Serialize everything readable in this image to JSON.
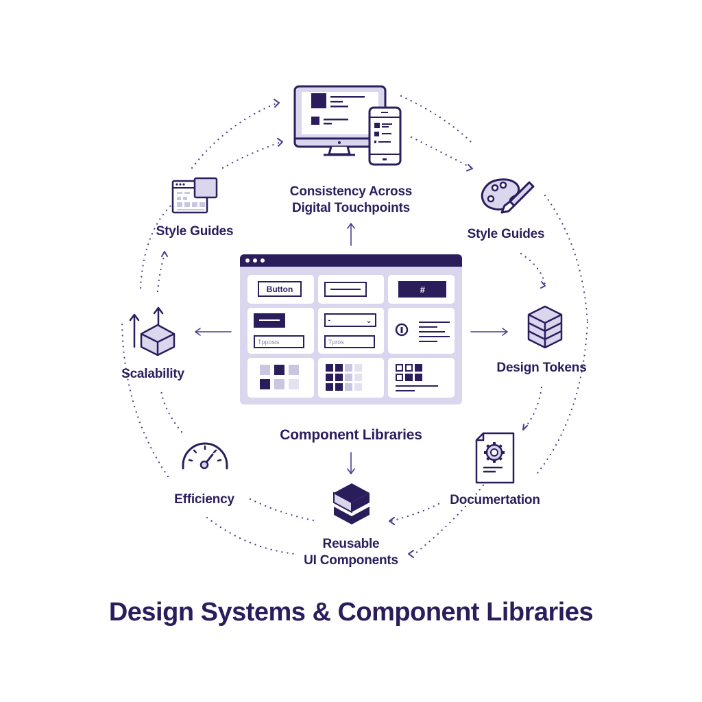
{
  "diagram": {
    "title": "Design Systems & Component Libraries",
    "center": {
      "label": "Component Libraries",
      "window": {
        "button_label": "Button",
        "hash_label": "#",
        "text_field_1": "Tpposis",
        "text_field_2": "Tpros",
        "select_value": "-",
        "select_chevron": "⌄"
      }
    },
    "nodes": [
      {
        "id": "consistency",
        "label_line1": "Consistency Across",
        "label_line2": "Digital Touchpoints",
        "icon": "desktop-and-phone-icon"
      },
      {
        "id": "style-guides-right",
        "label": "Style Guides",
        "icon": "palette-brush-icon"
      },
      {
        "id": "design-tokens",
        "label": "Design Tokens",
        "icon": "stacked-cube-icon"
      },
      {
        "id": "documentation",
        "label": "Documertation",
        "icon": "document-gear-icon"
      },
      {
        "id": "reusable",
        "label_line1": "Reusable",
        "label_line2": "UI Components",
        "icon": "split-cube-icon"
      },
      {
        "id": "efficiency",
        "label": "Efficiency",
        "icon": "speedometer-icon"
      },
      {
        "id": "scalability",
        "label": "Scalability",
        "icon": "cube-arrows-icon"
      },
      {
        "id": "style-guides-left",
        "label": "Style Guides",
        "icon": "style-guide-window-icon"
      }
    ],
    "colors": {
      "primary": "#2b1d5c",
      "accent_fill": "#d9d6ee",
      "connector": "#5a4a9a",
      "background": "#ffffff"
    }
  }
}
